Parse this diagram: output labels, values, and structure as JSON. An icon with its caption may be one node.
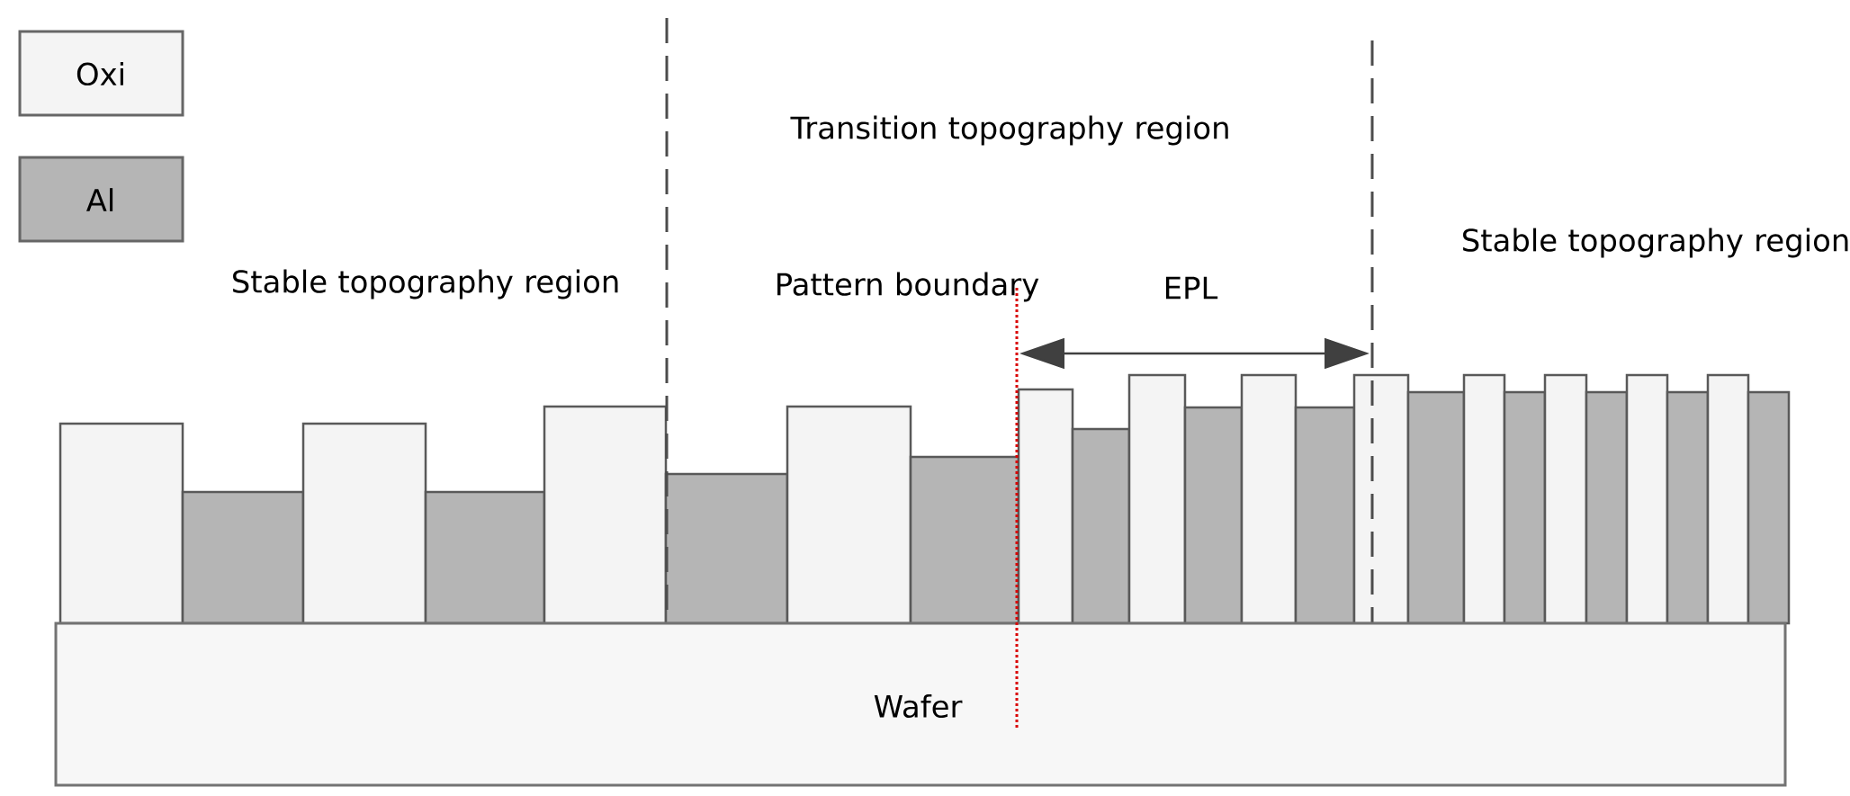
{
  "diagram": {
    "nodes": [
      {
        "text": [
          "Wafer"
        ]
      }
    ],
    "labels": [
      "Stable topography region",
      "Transition topography region",
      "Pattern boundary",
      "EPL",
      "Stable topography region"
    ],
    "legend": [
      {
        "text": "Oxi",
        "color": "#f4f4f4"
      },
      {
        "text": "Al",
        "color": "#b5b5b5"
      }
    ]
  }
}
